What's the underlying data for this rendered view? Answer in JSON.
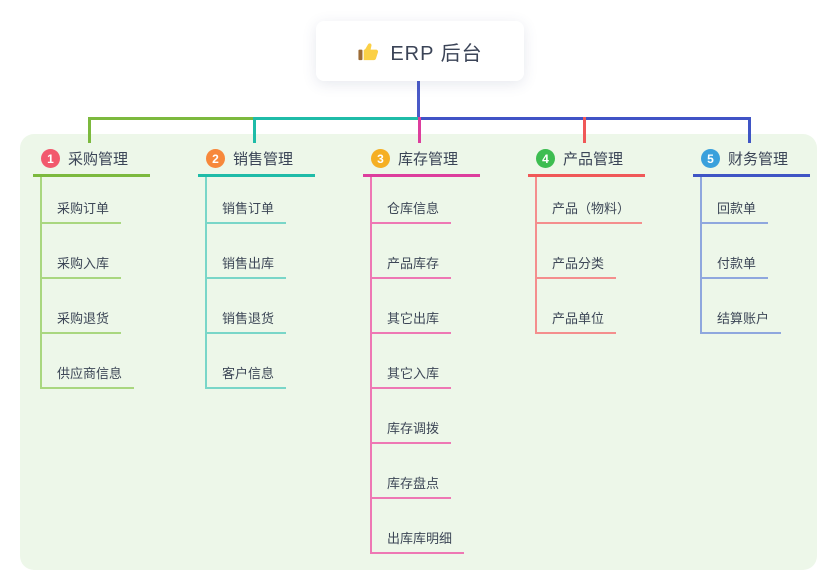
{
  "root": {
    "label": "ERP 后台",
    "icon": "thumbs-up-icon",
    "line_color": "#4A5AC8"
  },
  "connector": {
    "bus_segment_colors": [
      "#7CB93E",
      "#1FBCA8",
      "#4053C6"
    ]
  },
  "branches": [
    {
      "index": "1",
      "label": "采购管理",
      "badge_color": "#F2596D",
      "line_color": "#7CB93E",
      "child_line_color": "#A9D77F",
      "children": [
        "采购订单",
        "采购入库",
        "采购退货",
        "供应商信息"
      ]
    },
    {
      "index": "2",
      "label": "销售管理",
      "badge_color": "#F7883B",
      "line_color": "#1FBCA8",
      "child_line_color": "#79D6C8",
      "children": [
        "销售订单",
        "销售出库",
        "销售退货",
        "客户信息"
      ]
    },
    {
      "index": "3",
      "label": "库存管理",
      "badge_color": "#F5AF23",
      "line_color": "#DD3E9D",
      "child_line_color": "#EE78B4",
      "children": [
        "仓库信息",
        "产品库存",
        "其它出库",
        "其它入库",
        "库存调拨",
        "库存盘点",
        "出库库明细"
      ]
    },
    {
      "index": "4",
      "label": "产品管理",
      "badge_color": "#3DBD51",
      "line_color": "#F05858",
      "child_line_color": "#F48E8D",
      "children": [
        "产品（物料）",
        "产品分类",
        "产品单位"
      ]
    },
    {
      "index": "5",
      "label": "财务管理",
      "badge_color": "#3AA0DC",
      "line_color": "#3F55C5",
      "child_line_color": "#8FA7DE",
      "children": [
        "回款单",
        "付款单",
        "结算账户"
      ]
    }
  ]
}
